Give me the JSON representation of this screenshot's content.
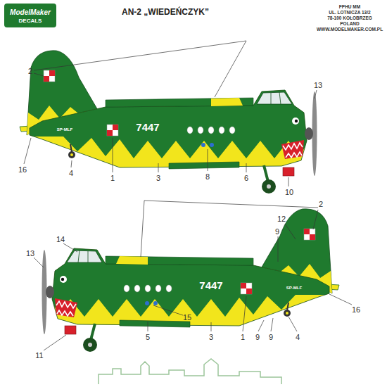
{
  "diagram": {
    "title": "AN-2 „WIEDEŃCZYK”",
    "labels": [
      "ModelMaker",
      "DECALS",
      "FPHU MM",
      "UL. LOTNICZA 13/2",
      "78-100 KOŁOBRZEG",
      "POLAND",
      "WWW.MODELMAKER.COM.PL",
      "SP-MLF",
      "7447",
      "2",
      "13",
      "16",
      "4",
      "1",
      "3",
      "8",
      "6",
      "10",
      "7447",
      "SP-MLF",
      "13",
      "14",
      "2",
      "12",
      "9",
      "9",
      "9",
      "16",
      "4",
      "1",
      "3",
      "15",
      "5",
      "11"
    ]
  }
}
